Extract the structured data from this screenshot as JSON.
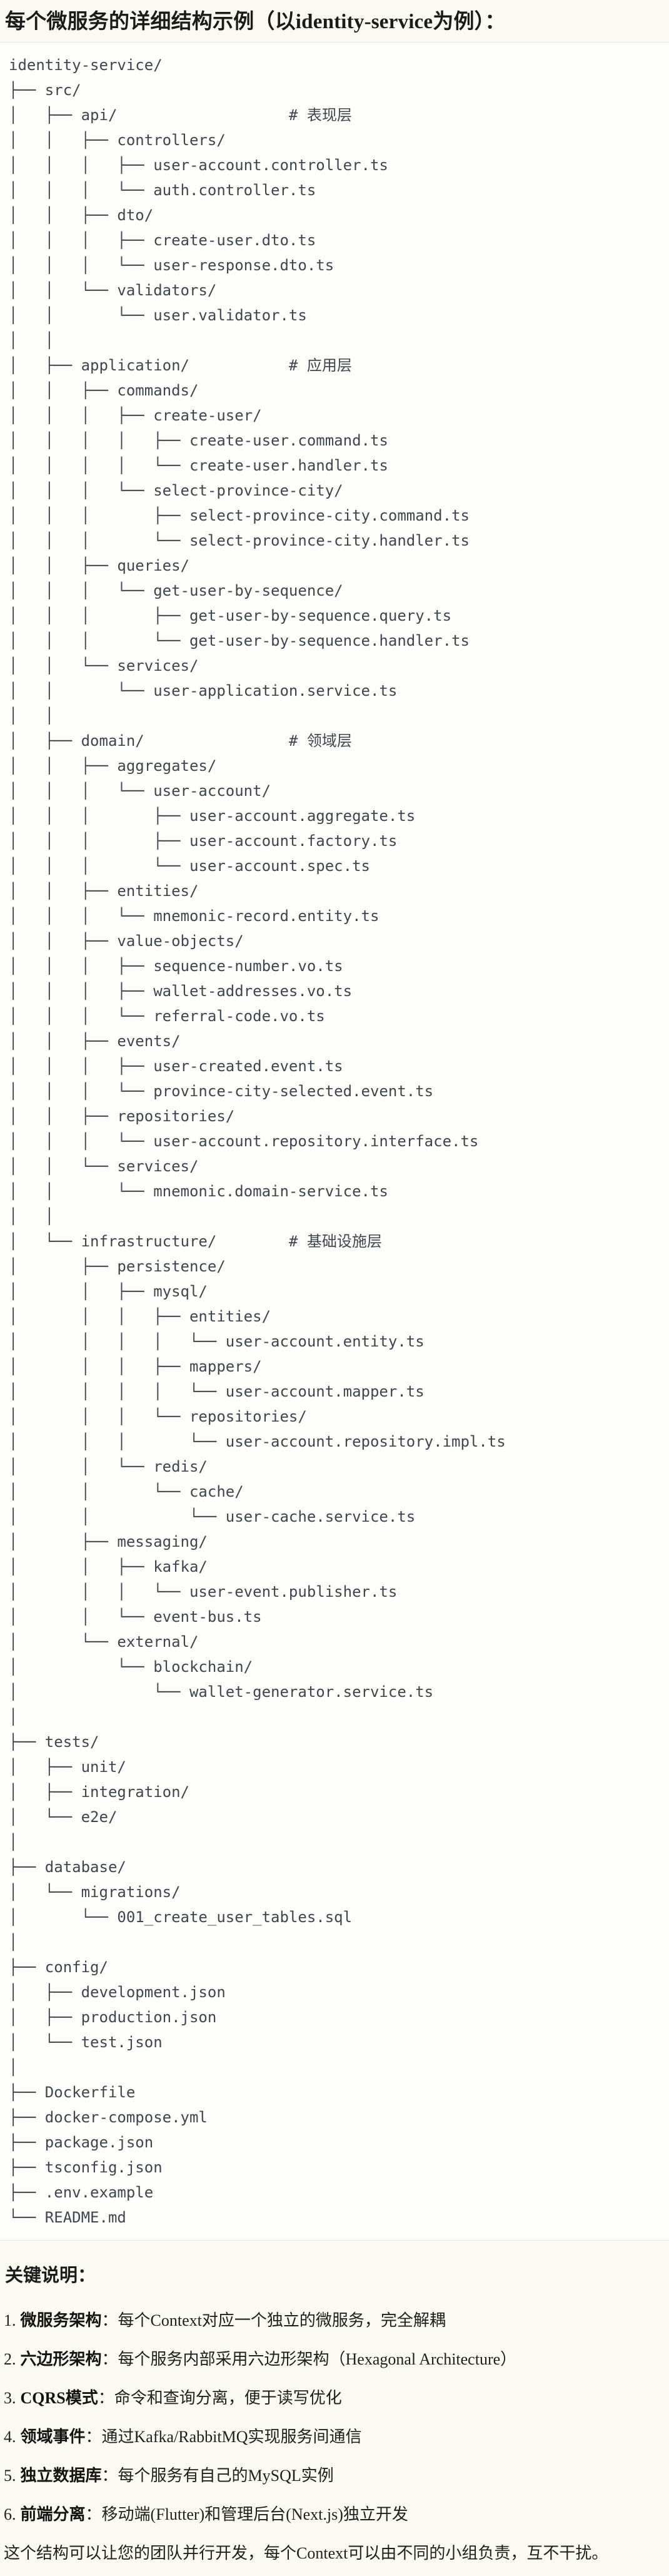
{
  "page": {
    "title": "每个微服务的详细结构示例（以identity-service为例）："
  },
  "code_block": {
    "lines": [
      "identity-service/",
      "├── src/",
      "│   ├── api/                   # 表现层",
      "│   │   ├── controllers/",
      "│   │   │   ├── user-account.controller.ts",
      "│   │   │   └── auth.controller.ts",
      "│   │   ├── dto/",
      "│   │   │   ├── create-user.dto.ts",
      "│   │   │   └── user-response.dto.ts",
      "│   │   └── validators/",
      "│   │       └── user.validator.ts",
      "│   │",
      "│   ├── application/           # 应用层",
      "│   │   ├── commands/",
      "│   │   │   ├── create-user/",
      "│   │   │   │   ├── create-user.command.ts",
      "│   │   │   │   └── create-user.handler.ts",
      "│   │   │   └── select-province-city/",
      "│   │   │       ├── select-province-city.command.ts",
      "│   │   │       └── select-province-city.handler.ts",
      "│   │   ├── queries/",
      "│   │   │   └── get-user-by-sequence/",
      "│   │   │       ├── get-user-by-sequence.query.ts",
      "│   │   │       └── get-user-by-sequence.handler.ts",
      "│   │   └── services/",
      "│   │       └── user-application.service.ts",
      "│   │",
      "│   ├── domain/                # 领域层",
      "│   │   ├── aggregates/",
      "│   │   │   └── user-account/",
      "│   │   │       ├── user-account.aggregate.ts",
      "│   │   │       ├── user-account.factory.ts",
      "│   │   │       └── user-account.spec.ts",
      "│   │   ├── entities/",
      "│   │   │   └── mnemonic-record.entity.ts",
      "│   │   ├── value-objects/",
      "│   │   │   ├── sequence-number.vo.ts",
      "│   │   │   ├── wallet-addresses.vo.ts",
      "│   │   │   └── referral-code.vo.ts",
      "│   │   ├── events/",
      "│   │   │   ├── user-created.event.ts",
      "│   │   │   └── province-city-selected.event.ts",
      "│   │   ├── repositories/",
      "│   │   │   └── user-account.repository.interface.ts",
      "│   │   └── services/",
      "│   │       └── mnemonic.domain-service.ts",
      "│   │",
      "│   └── infrastructure/        # 基础设施层",
      "│       ├── persistence/",
      "│       │   ├── mysql/",
      "│       │   │   ├── entities/",
      "│       │   │   │   └── user-account.entity.ts",
      "│       │   │   ├── mappers/",
      "│       │   │   │   └── user-account.mapper.ts",
      "│       │   │   └── repositories/",
      "│       │   │       └── user-account.repository.impl.ts",
      "│       │   └── redis/",
      "│       │       └── cache/",
      "│       │           └── user-cache.service.ts",
      "│       ├── messaging/",
      "│       │   ├── kafka/",
      "│       │   │   └── user-event.publisher.ts",
      "│       │   └── event-bus.ts",
      "│       └── external/",
      "│           └── blockchain/",
      "│               └── wallet-generator.service.ts",
      "│",
      "├── tests/",
      "│   ├── unit/",
      "│   ├── integration/",
      "│   └── e2e/",
      "│",
      "├── database/",
      "│   └── migrations/",
      "│       └── 001_create_user_tables.sql",
      "│",
      "├── config/",
      "│   ├── development.json",
      "│   ├── production.json",
      "│   └── test.json",
      "│",
      "├── Dockerfile",
      "├── docker-compose.yml",
      "├── package.json",
      "├── tsconfig.json",
      "├── .env.example",
      "└── README.md"
    ]
  },
  "notes": {
    "heading": "关键说明：",
    "items": [
      {
        "num": "1.",
        "label": "微服务架构",
        "sep": "：",
        "text": "每个Context对应一个独立的微服务，完全解耦"
      },
      {
        "num": "2.",
        "label": "六边形架构",
        "sep": "：",
        "text": "每个服务内部采用六边形架构（Hexagonal Architecture）"
      },
      {
        "num": "3.",
        "label": "CQRS模式",
        "sep": "：",
        "text": "命令和查询分离，便于读写优化"
      },
      {
        "num": "4.",
        "label": "领域事件",
        "sep": "：",
        "text": "通过Kafka/RabbitMQ实现服务间通信"
      },
      {
        "num": "5.",
        "label": "独立数据库",
        "sep": "：",
        "text": "每个服务有自己的MySQL实例"
      },
      {
        "num": "6.",
        "label": "前端分离",
        "sep": "：",
        "text": "移动端(Flutter)和管理后台(Next.js)独立开发"
      }
    ],
    "footer": "这个结构可以让您的团队并行开发，每个Context可以由不同的小组负责，互不干扰。"
  },
  "colors": {
    "page_bg": "#FAF9F2",
    "code_bg": "#FDFDFA",
    "divider": "#E8E6DE",
    "tree_text": "#3E4750",
    "title_text": "#1B1B19"
  }
}
